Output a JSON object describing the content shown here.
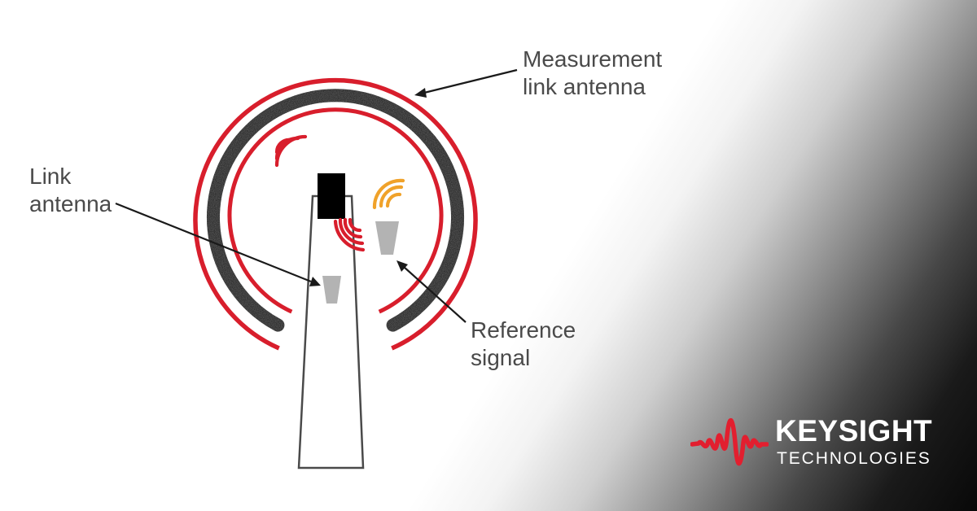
{
  "labels": {
    "measurement": [
      "Measurement",
      "link antenna"
    ],
    "link": [
      "Link",
      "antenna"
    ],
    "reference": [
      "Reference",
      "signal"
    ]
  },
  "brand": {
    "name": "KEYSIGHT",
    "sub": "TECHNOLOGIES",
    "icon": "keysight-wave-logo"
  },
  "colors": {
    "ring_red": "#d81e2c",
    "measurement_ring": "#555555",
    "reference_signal": "#f0a22a",
    "antenna_grey": "#b3b3b3",
    "label_text": "#4a4a4a"
  }
}
